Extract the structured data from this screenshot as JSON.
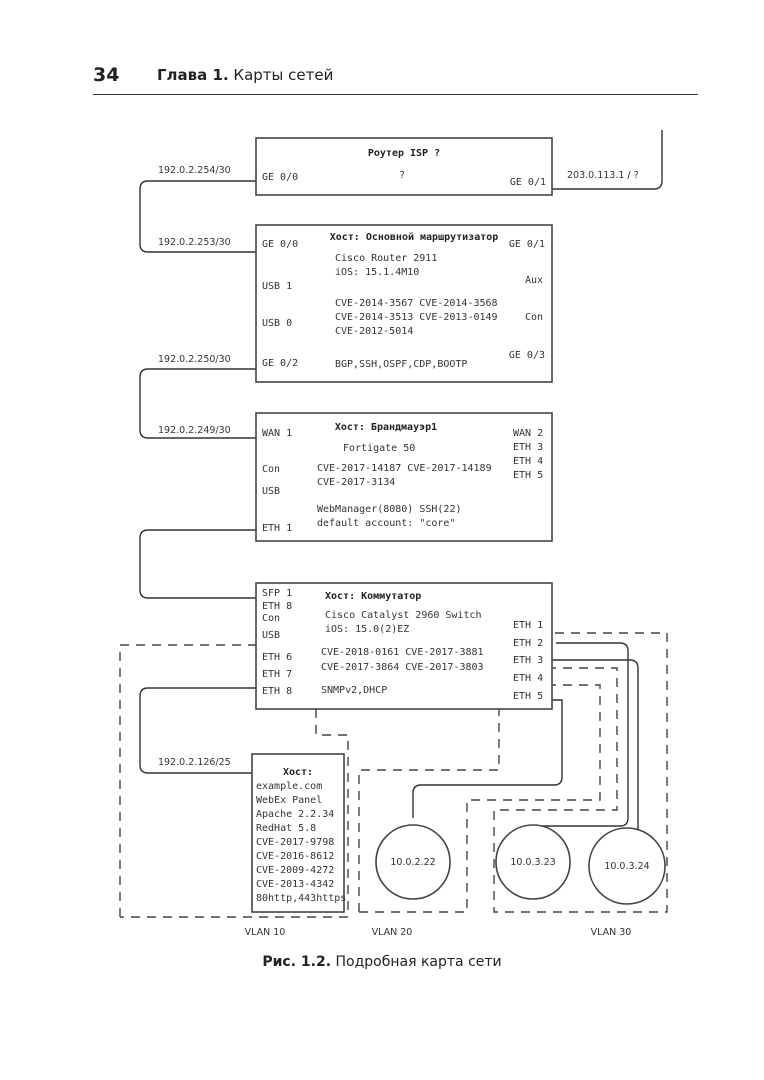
{
  "header": {
    "page_number": "34",
    "chapter_label": "Глава 1.",
    "chapter_title": "Карты сетей"
  },
  "isp_router": {
    "title": "Роутер ISP ?",
    "left_port": "GE 0/0",
    "center": "?",
    "right_port": "GE 0/1",
    "left_ip": "192.0.2.254/30",
    "right_ip": "203.0.113.1 / ?"
  },
  "core_router": {
    "title": "Хост: Основной маршрутизатор",
    "left_ports": [
      "GE 0/0",
      "USB 1",
      "USB 0",
      "GE 0/2"
    ],
    "right_ports": [
      "GE 0/1",
      "Aux",
      "Con",
      "GE 0/3"
    ],
    "model": "Cisco Router 2911",
    "os": "iOS: 15.1.4M10",
    "cves": [
      "CVE-2014-3567 CVE-2014-3568",
      "CVE-2014-3513 CVE-2013-0149",
      "CVE-2012-5014"
    ],
    "services": "BGP,SSH,OSPF,CDP,BOOTP",
    "top_ip": "192.0.2.253/30",
    "bottom_ip": "192.0.2.250/30"
  },
  "firewall": {
    "title": "Хост: Брандмауэр1",
    "left_ports": [
      "WAN 1",
      "Con",
      "USB",
      "ETH 1"
    ],
    "right_ports": [
      "WAN 2",
      "ETH 3",
      "ETH 4",
      "ETH 5"
    ],
    "model": "Fortigate 50",
    "cves": [
      "CVE-2017-14187 CVE-2017-14189",
      "CVE-2017-3134"
    ],
    "services": [
      "WebManager(8080) SSH(22)",
      "default account: \"core\""
    ],
    "top_ip": "192.0.2.249/30"
  },
  "switch": {
    "title": "Хост: Коммутатор",
    "left_ports": [
      "SFP 1",
      "ETH 8",
      "Con",
      "USB",
      "ETH 6",
      "ETH 7",
      "ETH 8"
    ],
    "right_ports": [
      "ETH 1",
      "ETH 2",
      "ETH 3",
      "ETH 4",
      "ETH 5"
    ],
    "model": "Cisco Catalyst 2960 Switch",
    "os": "iOS: 15.0(2)EZ",
    "cves": [
      "CVE-2018-0161 CVE-2017-3881",
      "CVE-2017-3864 CVE-2017-3803"
    ],
    "services": "SNMPv2,DHCP"
  },
  "web_host": {
    "ip": "192.0.2.126/25",
    "lines": [
      "Хост:",
      "example.com",
      "WebEx Panel",
      "Apache 2.2.34",
      "RedHat 5.8",
      "CVE-2017-9798",
      "CVE-2016-8612",
      "CVE-2009-4272",
      "CVE-2013-4342",
      "80http,443https"
    ]
  },
  "hosts": [
    "10.0.2.22",
    "10.0.3.23",
    "10.0.3.24"
  ],
  "vlans": [
    "VLAN 10",
    "VLAN 20",
    "VLAN 30"
  ],
  "caption": {
    "label": "Рис. 1.2.",
    "text": "Подробная карта сети"
  }
}
